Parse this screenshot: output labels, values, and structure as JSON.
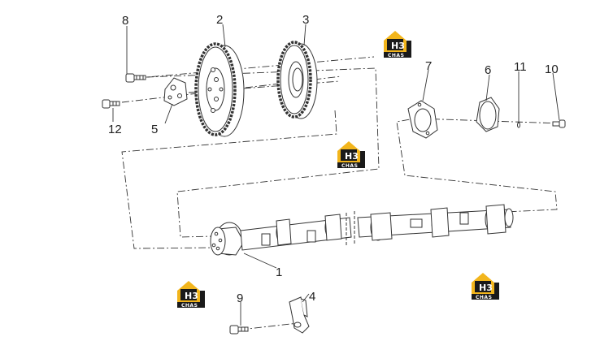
{
  "callouts": [
    {
      "id": "1",
      "label": "1"
    },
    {
      "id": "2",
      "label": "2"
    },
    {
      "id": "3",
      "label": "3"
    },
    {
      "id": "4",
      "label": "4"
    },
    {
      "id": "5",
      "label": "5"
    },
    {
      "id": "6",
      "label": "6"
    },
    {
      "id": "7",
      "label": "7"
    },
    {
      "id": "8",
      "label": "8"
    },
    {
      "id": "9",
      "label": "9"
    },
    {
      "id": "10",
      "label": "10"
    },
    {
      "id": "11",
      "label": "11"
    },
    {
      "id": "12",
      "label": "12"
    }
  ],
  "watermark": {
    "brand": "H3",
    "sub": "CHAS",
    "colors": {
      "yellow": "#f2b51c",
      "black": "#1a1a1a"
    }
  },
  "colors": {
    "line": "#333333"
  }
}
